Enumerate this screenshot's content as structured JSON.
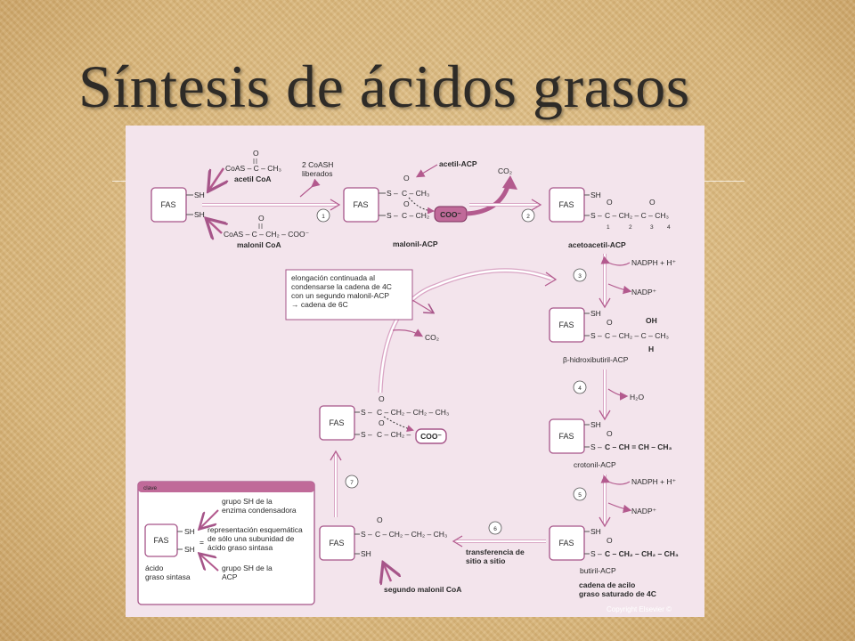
{
  "slide": {
    "title": "Síntesis de ácidos grasos"
  },
  "diagram": {
    "enzyme": "FAS",
    "sh": "SH",
    "s": "S –",
    "o": "O",
    "h": "H",
    "coas_acetyl": "CoAS – C – CH₃",
    "acetyl_coa": "acetil CoA",
    "coas_malonyl": "CoAS – C – CH₂ – COO⁻",
    "malonyl_coa": "malonil CoA",
    "coash_released": "2 CoASH\nliberados",
    "acetyl_acp": "acetil-ACP",
    "malonyl_acp": "malonil-ACP",
    "co2": "CO₂",
    "coo": "COO⁻",
    "ch3": "C – CH₃",
    "malonyl_chain": "C – CH₂",
    "acetoacetyl_chain": "C – CH₂ – C – CH₃",
    "carbon_numbers": [
      "1",
      "2",
      "3",
      "4"
    ],
    "acetoacetyl_acp": "acetoacetil-ACP",
    "nadph": "NADPH + H⁺",
    "nadp": "NADP⁺",
    "hydroxy_oh": "OH",
    "hydroxy_chain": "C – CH₂ – C – CH₃",
    "hydroxybutyryl_acp": "β-hidroxibutiril-ACP",
    "h2o": "H₂O",
    "crotonyl_chain": "C – CH = CH – CH₃",
    "crotonyl_acp": "crotonil-ACP",
    "butyryl_chain": "C – CH₂ – CH₂ – CH₃",
    "butyryl_acp": "butiril-ACP",
    "acyl_chain_label": "cadena de acilo\ngraso saturado de 4C",
    "transfer_label": "transferencia de\nsitio a sitio",
    "second_malonyl": "segundo malonil CoA",
    "left_butyryl_chain": "C – CH₂ – CH₂ – CH₃",
    "elongation_top_chain": "C – CH₂ – CH₂ – CH₃",
    "elongation_bottom_chain": "C – CH₂ –",
    "elongation_note": "elongación continuada al\ncondensarse la cadena de 4C\ncon un segundo malonil-ACP\n→ cadena de 6C",
    "steps": [
      "1",
      "2",
      "3",
      "4",
      "5",
      "6",
      "7"
    ],
    "key": {
      "title": "clave",
      "condensing_label": "grupo SH de la\nenzima condensadora",
      "schematic_label": "representación esquemática\nde sólo una subunidad de\nácido graso sintasa",
      "acp_label": "grupo SH de la\nACP",
      "enzyme_name": "ácido\ngraso sintasa"
    },
    "copyright": "Copyright Elsevier ©",
    "colors": {
      "arrow": "#b35a8e",
      "arrow_light": "#d9a5c4",
      "box_stroke": "#a65589",
      "highlight": "#c06a99"
    }
  }
}
